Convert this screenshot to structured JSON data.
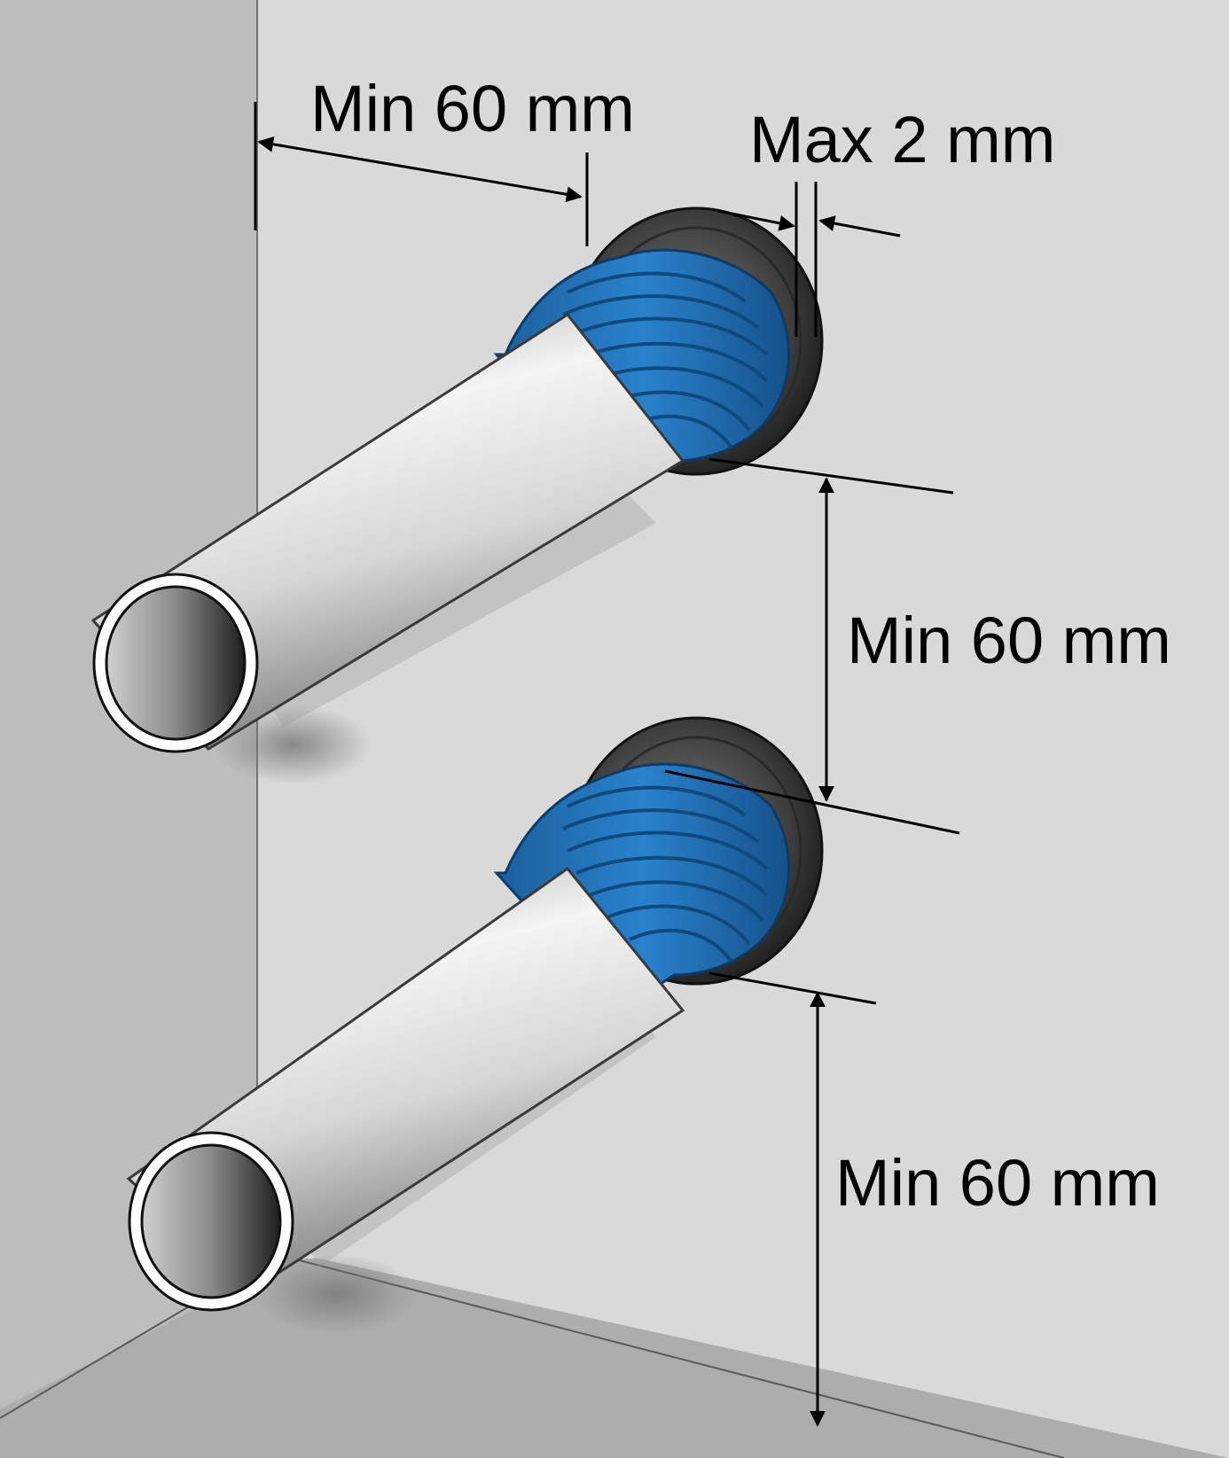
{
  "labels": {
    "top_left_clearance": "Min 60 mm",
    "rosette_gap": "Max 2 mm",
    "pipe_spacing": "Min 60 mm",
    "floor_clearance": "Min 60 mm"
  },
  "colors": {
    "wall": "#d9d9d9",
    "side_wall": "#bdbdbd",
    "floor": "#adadad",
    "sleeve_blue": "#1f6fb5",
    "pipe_light": "#f2f2f2",
    "pipe_dark": "#8c8c8c",
    "rosette": "#4a4a4a"
  },
  "icons": [
    "arrow-icon",
    "pipe-icon",
    "rosette-icon",
    "sleeve-icon"
  ]
}
